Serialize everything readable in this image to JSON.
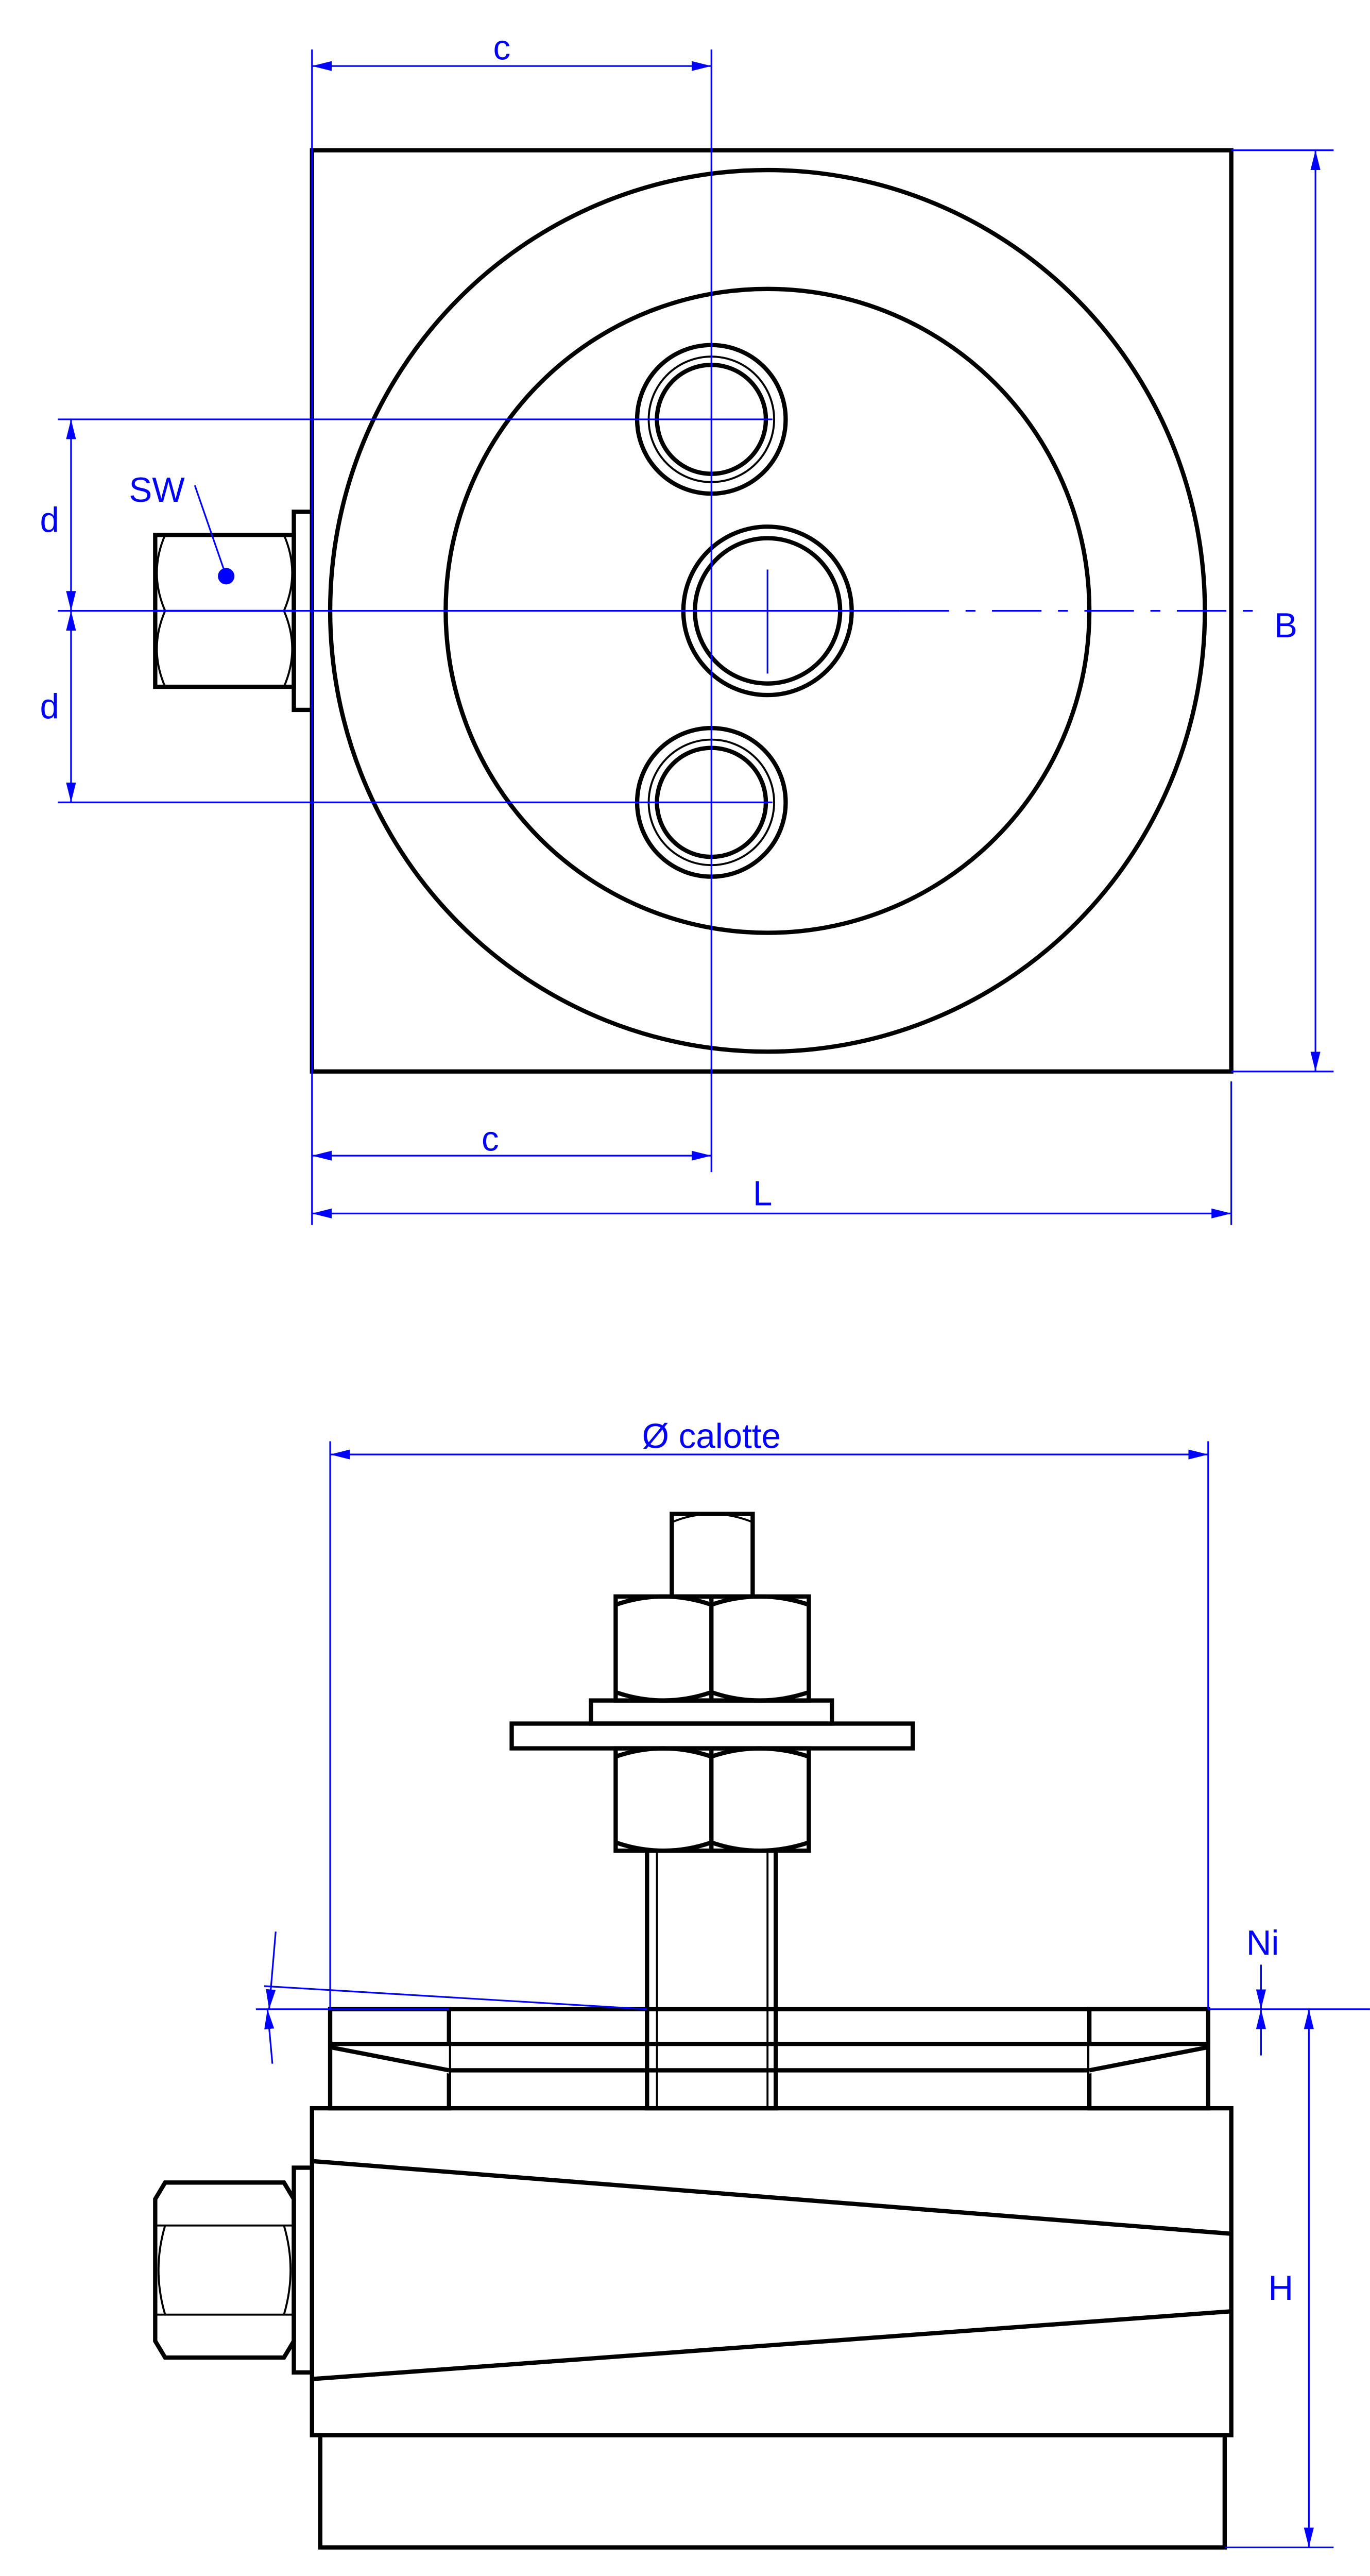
{
  "labels": {
    "c_top": "c",
    "c_bottom": "c",
    "d_upper": "d",
    "d_lower": "d",
    "sw": "SW",
    "b": "B",
    "l": "L",
    "calotte": "Ø calotte",
    "ni": "Ni",
    "h": "H"
  },
  "colors": {
    "dimension": "#0000ff",
    "outline": "#000000"
  }
}
